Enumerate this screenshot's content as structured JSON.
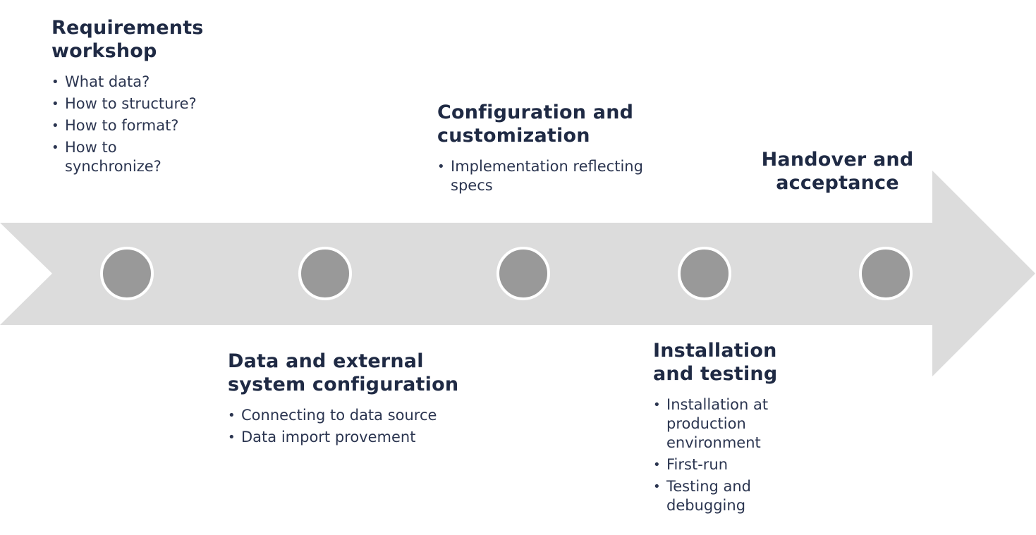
{
  "timeline": {
    "arrow_color": "#dcdcdc",
    "node_color": "#999999",
    "node_border_color": "#ffffff",
    "text_color": "#1f2a44",
    "steps": [
      {
        "title": "Requirements workshop",
        "items": [
          "What data?",
          "How to structure?",
          "How to format?",
          "How to synchronize?"
        ]
      },
      {
        "title": "Data and external system configuration",
        "items": [
          "Connecting to data source",
          "Data import provement"
        ]
      },
      {
        "title": "Configuration and customization",
        "items": [
          "Implementation reflecting specs"
        ]
      },
      {
        "title": "Installation and testing",
        "items": [
          "Installation at production environment",
          "First-run",
          "Testing and debugging"
        ]
      },
      {
        "title": "Handover and acceptance",
        "items": []
      }
    ]
  }
}
